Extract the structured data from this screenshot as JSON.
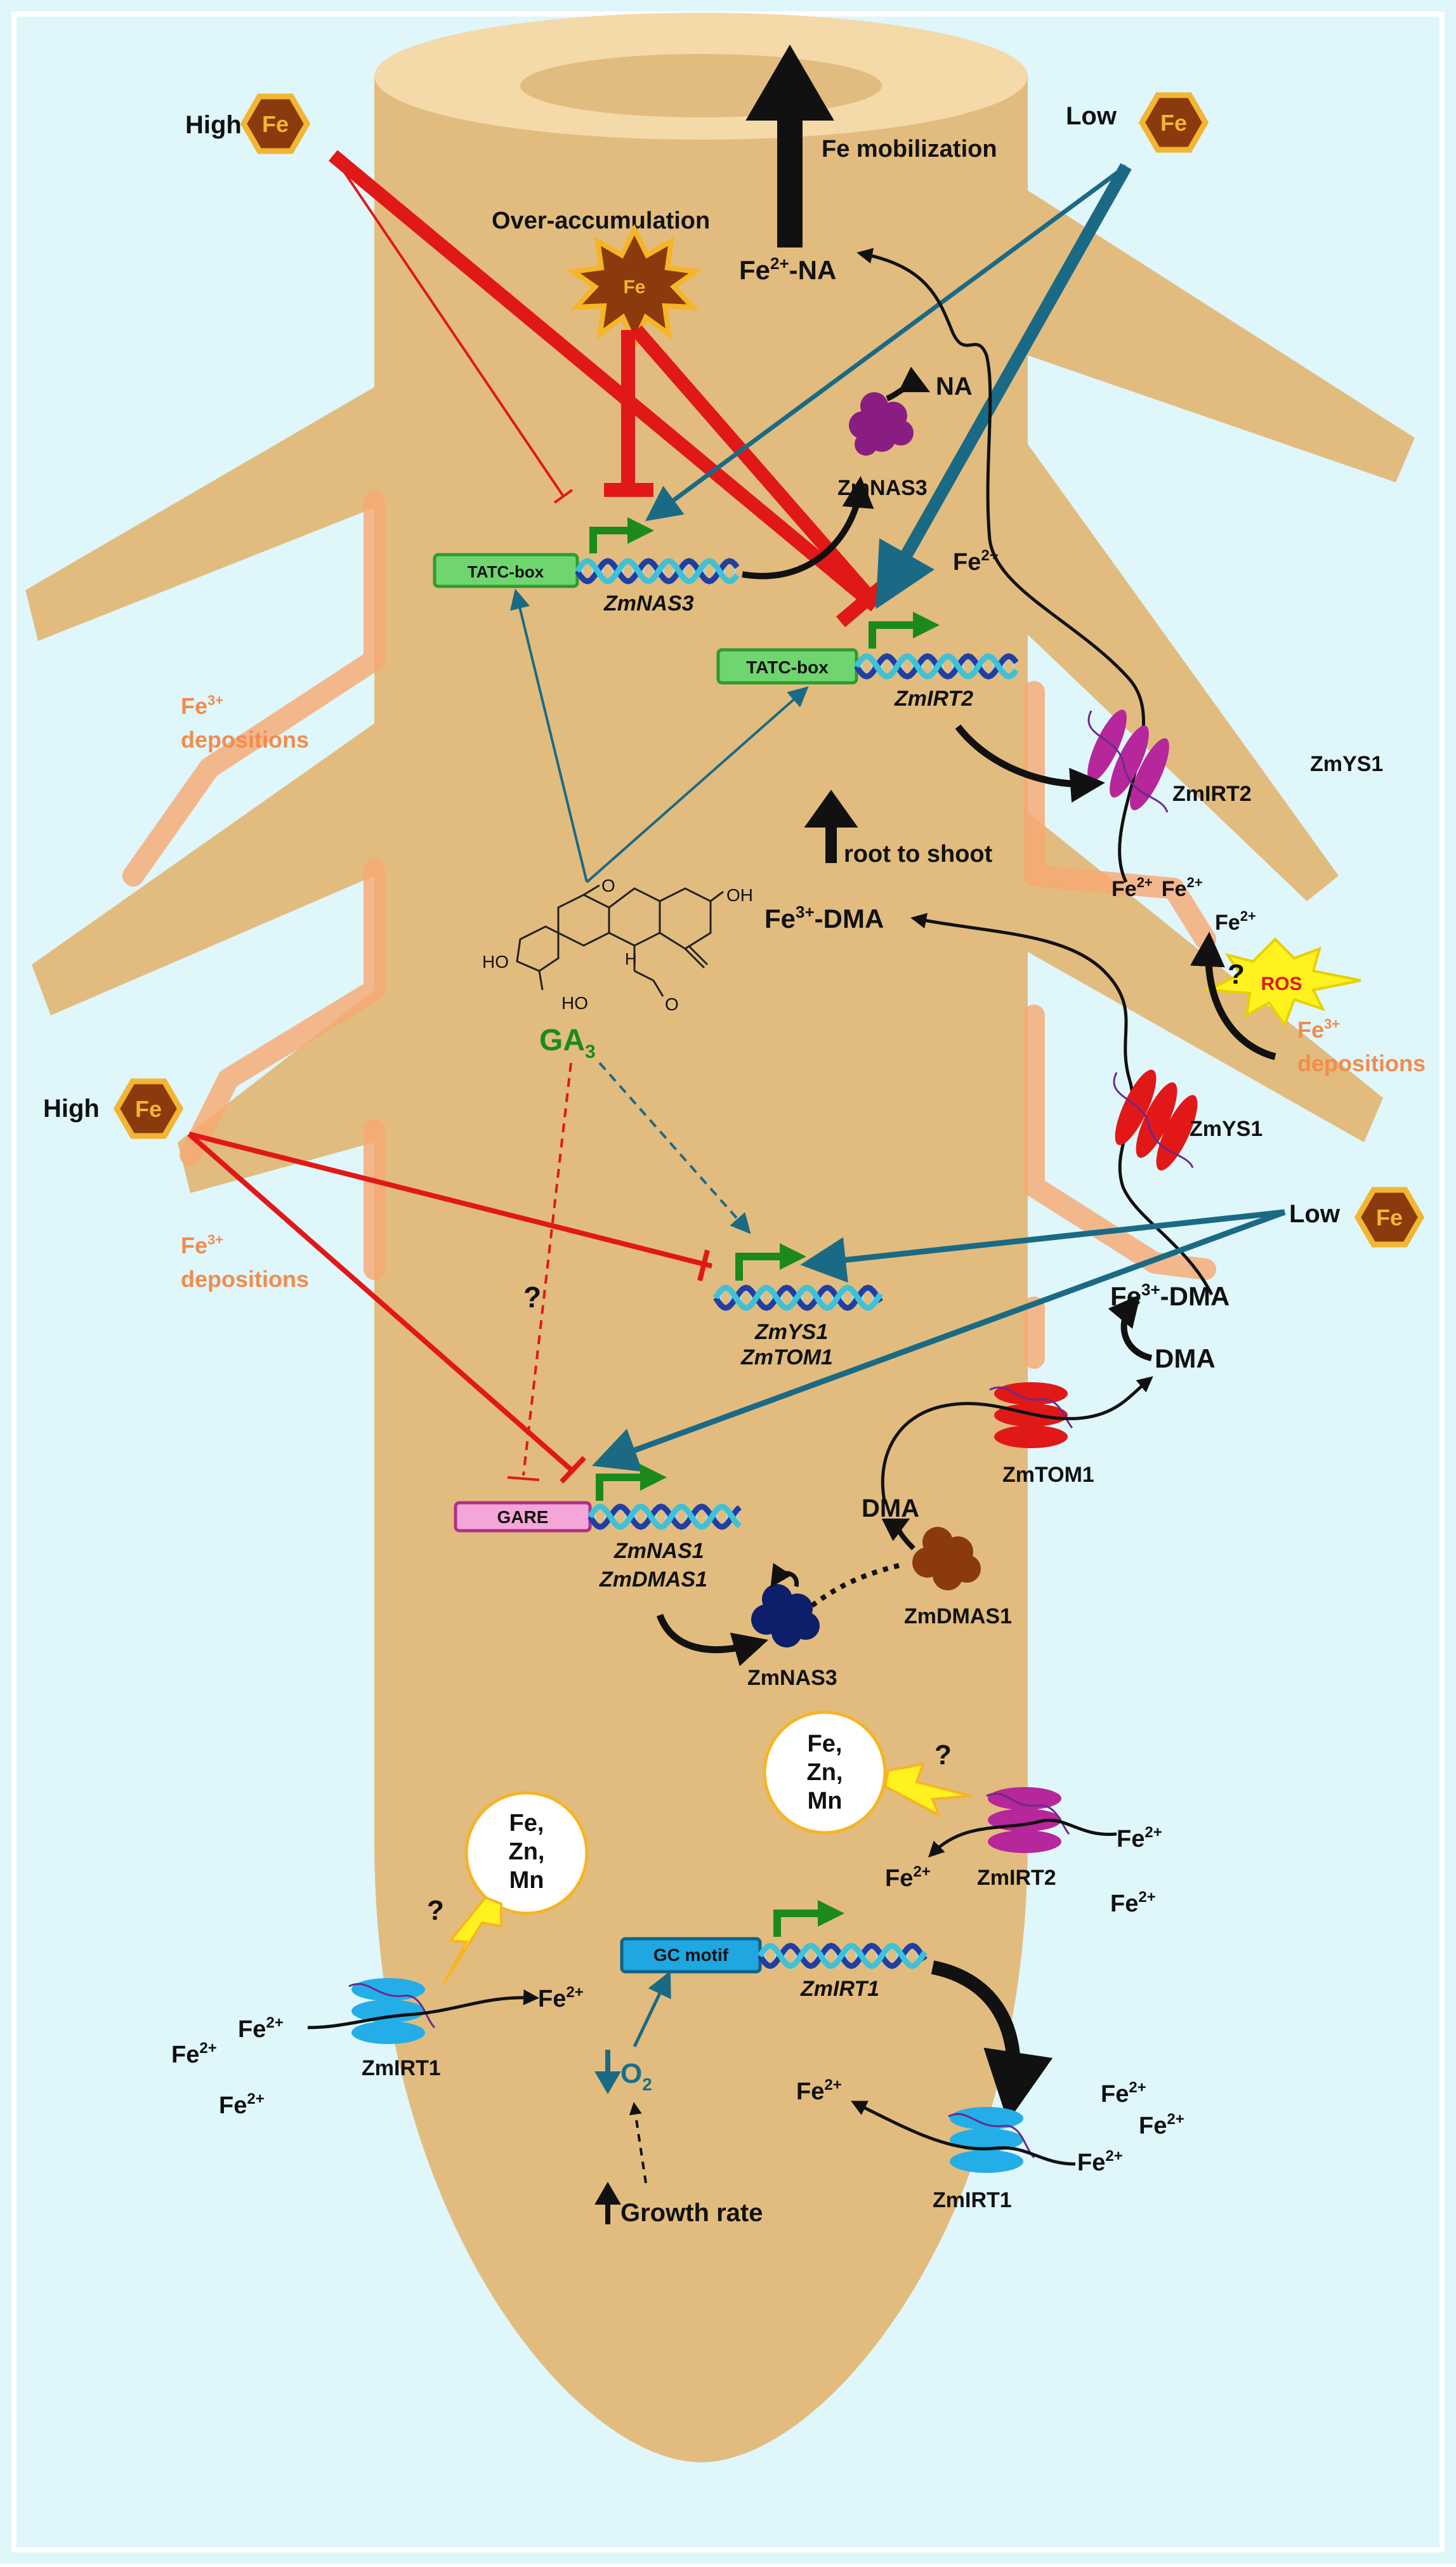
{
  "colors": {
    "background": "#dff6fb",
    "root": "#e2bc7e",
    "inhibit": "#e01818",
    "activate": "#1a6a85",
    "fe_hex": "#8b3a0e",
    "fe_hex_border": "#f2b632",
    "deposit": "#f7a870",
    "ga3": "#1b8a1b",
    "tatc_box": "#6fd66f",
    "gare_box": "#f5a6d8",
    "gc_box": "#1ea7e0",
    "zmnas3_protein": "#8a1d82",
    "zmnas3_dark_protein": "#0d1f6b",
    "zmdmas1_protein": "#8b3a0e",
    "zmirt2_protein": "#b5279a",
    "zmys1_protein": "#e21818",
    "zmtom1_protein": "#e01818",
    "zmirt1_protein": "#24aee8",
    "ros_burst": "#fff21e"
  },
  "icons": [
    "fe-hexagon-icon",
    "starburst-icon",
    "lightning-icon",
    "transcription-arrow-icon",
    "dna-helix-icon",
    "protein-blob-icon",
    "transporter-icon",
    "ga3-structure-icon"
  ],
  "labels": {
    "fe": "Fe",
    "high_top": "High",
    "low_top": "Low",
    "high_mid": "High",
    "low_mid": "Low",
    "over_accumulation": "Over-accumulation",
    "fe_mobilization": "Fe mobilization",
    "fe2_na_prefix": "Fe",
    "fe2_na_sup": "2+",
    "fe2_na_suffix": "-NA",
    "na": "NA",
    "zmnas3_protein_top": "ZmNAS3",
    "tatc_box_1": "TATC-box",
    "tatc_box_2": "TATC-box",
    "gene_zmnas3": "ZmNAS3",
    "gene_zmirt2": "ZmIRT2",
    "fe2_label": "Fe",
    "sup_2": "2+",
    "sup_3": "3+",
    "fe3_depositions_word": "depositions",
    "zmirt2_protein_top": "ZmIRT2",
    "zmys1_top": "ZmYS1",
    "fe2_fe2": "Fe",
    "root_to_shoot": "root to shoot",
    "fe3_dma_prefix": "Fe",
    "fe3_dma_suffix": "-DMA",
    "ros": "ROS",
    "q": "?",
    "ga_main": "GA",
    "ga_sub": "3",
    "ga_oh": "OH",
    "ga_o": "O",
    "ga_ho": "HO",
    "ga_h": "H",
    "ga_ho_acid": "HO",
    "ga_o2": "O",
    "zmys1_protein_mid": "ZmYS1",
    "gene_zmys1": "ZmYS1",
    "gene_zmtom1": "ZmTOM1",
    "dma_right": "DMA",
    "zmtom1_protein": "ZmTOM1",
    "gare_box": "GARE",
    "gene_zmnas1": "ZmNAS1",
    "gene_zmdmas1": "ZmDMAS1",
    "dma_mid": "DMA",
    "zmdmas1_protein": "ZmDMAS1",
    "zmnas3_protein_bottom": "ZmNAS3",
    "metal_fe": "Fe,",
    "metal_zn": "Zn,",
    "metal_mn": "Mn",
    "zmirt2_protein_bottom": "ZmIRT2",
    "zmirt1_left": "ZmIRT1",
    "gc_motif": "GC motif",
    "gene_zmirt1": "ZmIRT1",
    "o2_main": "O",
    "o2_sub": "2",
    "growth_rate": "Growth rate",
    "zmirt1_right": "ZmIRT1"
  }
}
